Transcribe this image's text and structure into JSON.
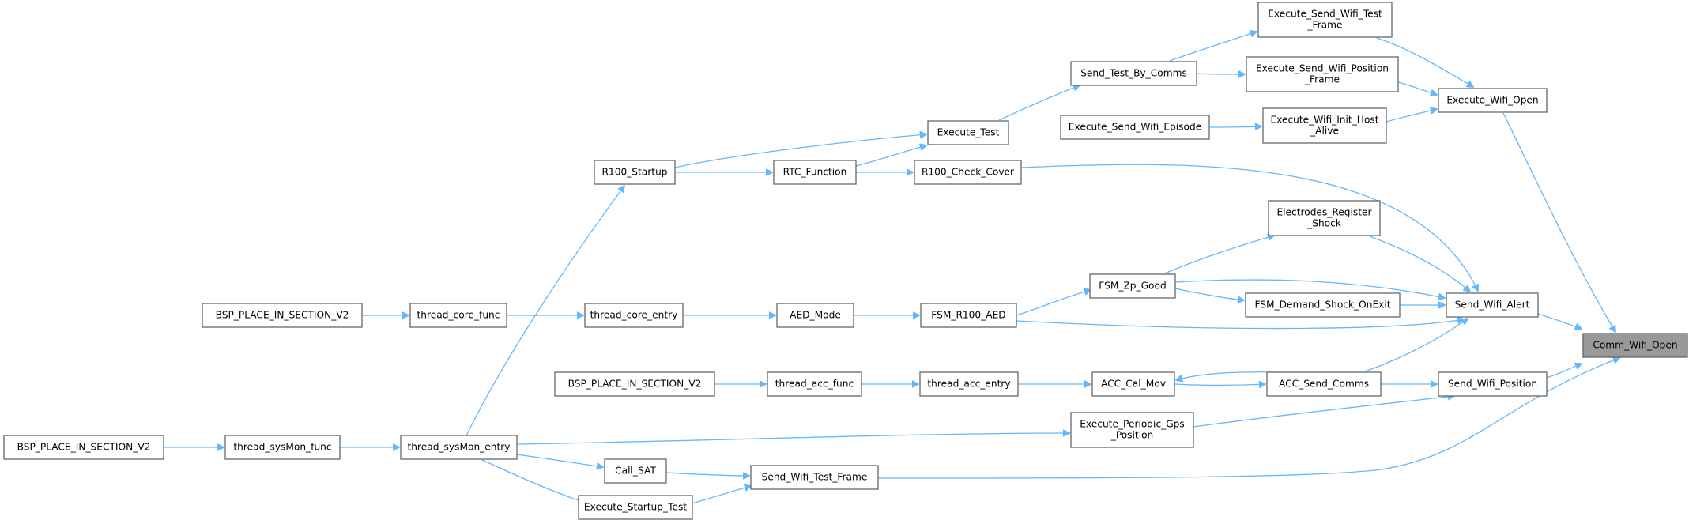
{
  "graph": {
    "colors": {
      "edge": "#63b8ff",
      "node_border": "#666666",
      "node_fill": "#ffffff",
      "root_fill": "#999999",
      "text": "#000000"
    },
    "nodes": [
      {
        "id": "comm_wifi_open",
        "lines": [
          "Comm_Wifi_Open"
        ],
        "root": true
      },
      {
        "id": "execute_wifi_open",
        "lines": [
          "Execute_Wifi_Open"
        ]
      },
      {
        "id": "send_wifi_alert",
        "lines": [
          "Send_Wifi_Alert"
        ]
      },
      {
        "id": "send_wifi_position",
        "lines": [
          "Send_Wifi_Position"
        ]
      },
      {
        "id": "send_wifi_test_frame",
        "lines": [
          "Send_Wifi_Test_Frame"
        ]
      },
      {
        "id": "execute_send_wifi_test_frame",
        "lines": [
          "Execute_Send_Wifi_Test",
          "_Frame"
        ]
      },
      {
        "id": "execute_send_wifi_position_frame",
        "lines": [
          "Execute_Send_Wifi_Position",
          "_Frame"
        ]
      },
      {
        "id": "execute_wifi_init_host_alive",
        "lines": [
          "Execute_Wifi_Init_Host",
          "_Alive"
        ]
      },
      {
        "id": "send_test_by_comms",
        "lines": [
          "Send_Test_By_Comms"
        ]
      },
      {
        "id": "execute_send_wifi_episode",
        "lines": [
          "Execute_Send_Wifi_Episode"
        ]
      },
      {
        "id": "execute_test",
        "lines": [
          "Execute_Test"
        ]
      },
      {
        "id": "r100_startup",
        "lines": [
          "R100_Startup"
        ]
      },
      {
        "id": "rtc_function",
        "lines": [
          "RTC_Function"
        ]
      },
      {
        "id": "r100_check_cover",
        "lines": [
          "R100_Check_Cover"
        ]
      },
      {
        "id": "electrodes_register_shock",
        "lines": [
          "Electrodes_Register",
          "_Shock"
        ]
      },
      {
        "id": "fsm_zp_good",
        "lines": [
          "FSM_Zp_Good"
        ]
      },
      {
        "id": "fsm_demand_shock_onexit",
        "lines": [
          "FSM_Demand_Shock_OnExit"
        ]
      },
      {
        "id": "fsm_r100_aed",
        "lines": [
          "FSM_R100_AED"
        ]
      },
      {
        "id": "aed_mode",
        "lines": [
          "AED_Mode"
        ]
      },
      {
        "id": "thread_core_entry",
        "lines": [
          "thread_core_entry"
        ]
      },
      {
        "id": "thread_core_func",
        "lines": [
          "thread_core_func"
        ]
      },
      {
        "id": "bsp_core",
        "lines": [
          "BSP_PLACE_IN_SECTION_V2"
        ]
      },
      {
        "id": "acc_send_comms",
        "lines": [
          "ACC_Send_Comms"
        ]
      },
      {
        "id": "acc_cal_mov",
        "lines": [
          "ACC_Cal_Mov"
        ]
      },
      {
        "id": "thread_acc_entry",
        "lines": [
          "thread_acc_entry"
        ]
      },
      {
        "id": "thread_acc_func",
        "lines": [
          "thread_acc_func"
        ]
      },
      {
        "id": "bsp_acc",
        "lines": [
          "BSP_PLACE_IN_SECTION_V2"
        ]
      },
      {
        "id": "execute_periodic_gps_position",
        "lines": [
          "Execute_Periodic_Gps",
          "_Position"
        ]
      },
      {
        "id": "thread_sysmon_entry",
        "lines": [
          "thread_sysMon_entry"
        ]
      },
      {
        "id": "thread_sysmon_func",
        "lines": [
          "thread_sysMon_func"
        ]
      },
      {
        "id": "bsp_sysmon",
        "lines": [
          "BSP_PLACE_IN_SECTION_V2"
        ]
      },
      {
        "id": "call_sat",
        "lines": [
          "Call_SAT"
        ]
      },
      {
        "id": "execute_startup_test",
        "lines": [
          "Execute_Startup_Test"
        ]
      }
    ]
  }
}
